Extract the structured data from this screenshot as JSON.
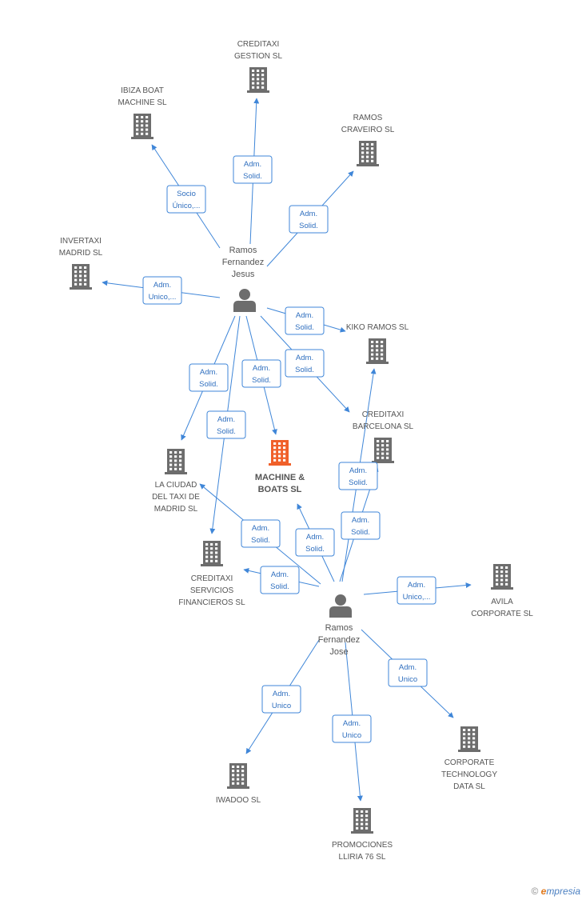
{
  "companies": [
    {
      "id": "creditaxi-gestion",
      "lines": [
        "CREDITAXI",
        "GESTION SL"
      ],
      "main": false
    },
    {
      "id": "ibiza-boat",
      "lines": [
        "IBIZA BOAT",
        "MACHINE  SL"
      ],
      "main": false
    },
    {
      "id": "ramos-craveiro",
      "lines": [
        "RAMOS",
        "CRAVEIRO SL"
      ],
      "main": false
    },
    {
      "id": "invertaxi",
      "lines": [
        "INVERTAXI",
        "MADRID  SL"
      ],
      "main": false
    },
    {
      "id": "kiko-ramos",
      "lines": [
        "KIKO RAMOS SL"
      ],
      "main": false
    },
    {
      "id": "creditaxi-barcelona",
      "lines": [
        "CREDITAXI",
        "BARCELONA SL"
      ],
      "main": false
    },
    {
      "id": "machine-boats",
      "lines": [
        "MACHINE &",
        "BOATS SL"
      ],
      "main": true
    },
    {
      "id": "la-ciudad",
      "lines": [
        "LA CIUDAD",
        "DEL TAXI DE",
        "MADRID  SL"
      ],
      "main": false
    },
    {
      "id": "creditaxi-servicios",
      "lines": [
        "CREDITAXI",
        "SERVICIOS",
        "FINANCIEROS SL"
      ],
      "main": false
    },
    {
      "id": "avila",
      "lines": [
        "AVILA",
        "CORPORATE SL"
      ],
      "main": false
    },
    {
      "id": "corporate-tech",
      "lines": [
        "CORPORATE",
        "TECHNOLOGY",
        "DATA SL"
      ],
      "main": false
    },
    {
      "id": "iwadoo",
      "lines": [
        "IWADOO SL"
      ],
      "main": false
    },
    {
      "id": "promociones",
      "lines": [
        "PROMOCIONES",
        "LLIRIA 76 SL"
      ],
      "main": false
    }
  ],
  "persons": [
    {
      "id": "ramos-jesus",
      "lines": [
        "Ramos",
        "Fernandez",
        "Jesus"
      ]
    },
    {
      "id": "ramos-jose",
      "lines": [
        "Ramos",
        "Fernandez",
        "Jose"
      ]
    }
  ],
  "edges": [
    {
      "from": "ramos-jesus",
      "to": "creditaxi-gestion",
      "lines": [
        "Adm.",
        "Solid."
      ]
    },
    {
      "from": "ramos-jesus",
      "to": "ibiza-boat",
      "lines": [
        "Socio",
        "Único,..."
      ]
    },
    {
      "from": "ramos-jesus",
      "to": "ramos-craveiro",
      "lines": [
        "Adm.",
        "Solid."
      ]
    },
    {
      "from": "ramos-jesus",
      "to": "invertaxi",
      "lines": [
        "Adm.",
        "Unico,..."
      ]
    },
    {
      "from": "ramos-jesus",
      "to": "kiko-ramos",
      "lines": [
        "Adm.",
        "Solid."
      ]
    },
    {
      "from": "ramos-jesus",
      "to": "creditaxi-barcelona",
      "lines": [
        "Adm.",
        "Solid."
      ]
    },
    {
      "from": "ramos-jesus",
      "to": "la-ciudad",
      "lines": [
        "Adm.",
        "Solid."
      ]
    },
    {
      "from": "ramos-jesus",
      "to": "machine-boats",
      "lines": [
        "Adm.",
        "Solid."
      ]
    },
    {
      "from": "ramos-jesus",
      "to": "creditaxi-servicios",
      "lines": [
        "Adm.",
        "Solid."
      ]
    },
    {
      "from": "ramos-jose",
      "to": "creditaxi-barcelona",
      "lines": [
        "Adm.",
        "Solid."
      ]
    },
    {
      "from": "ramos-jose",
      "to": "kiko-ramos",
      "lines": [
        "Adm.",
        "Solid."
      ]
    },
    {
      "from": "ramos-jose",
      "to": "machine-boats",
      "lines": [
        "Adm.",
        "Solid."
      ]
    },
    {
      "from": "ramos-jose",
      "to": "la-ciudad",
      "lines": [
        "Adm.",
        "Solid."
      ]
    },
    {
      "from": "ramos-jose",
      "to": "creditaxi-servicios",
      "lines": [
        "Adm.",
        "Solid."
      ]
    },
    {
      "from": "ramos-jose",
      "to": "avila",
      "lines": [
        "Adm.",
        "Unico,..."
      ]
    },
    {
      "from": "ramos-jose",
      "to": "corporate-tech",
      "lines": [
        "Adm.",
        "Unico"
      ]
    },
    {
      "from": "ramos-jose",
      "to": "iwadoo",
      "lines": [
        "Adm.",
        "Unico"
      ]
    },
    {
      "from": "ramos-jose",
      "to": "promociones",
      "lines": [
        "Adm.",
        "Unico"
      ]
    }
  ],
  "colors": {
    "building": "#6d6d6d",
    "building_main": "#f0602a",
    "edge": "#3f86d8",
    "person": "#6d6d6d"
  },
  "footer": {
    "copyright": "©",
    "brand_initial": "e",
    "brand_rest": "mpresia"
  }
}
